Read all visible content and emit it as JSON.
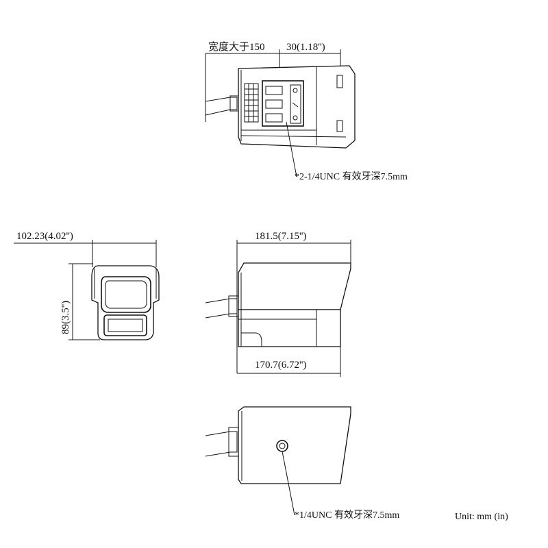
{
  "top_view": {
    "cable_clearance": "宽度大于150",
    "bracket_width": "30(1.18'')",
    "mount_note": "*2-1/4UNC 有效牙深7.5mm"
  },
  "front_view": {
    "width": "102.23(4.02'')",
    "height": "89(3.5'')"
  },
  "side_view": {
    "length": "181.5(7.15'')",
    "bottom_length": "170.7(6.72'')"
  },
  "bottom_view": {
    "mount_note": "*1/4UNC 有效牙深7.5mm"
  },
  "unit_label": "Unit: mm (in)"
}
